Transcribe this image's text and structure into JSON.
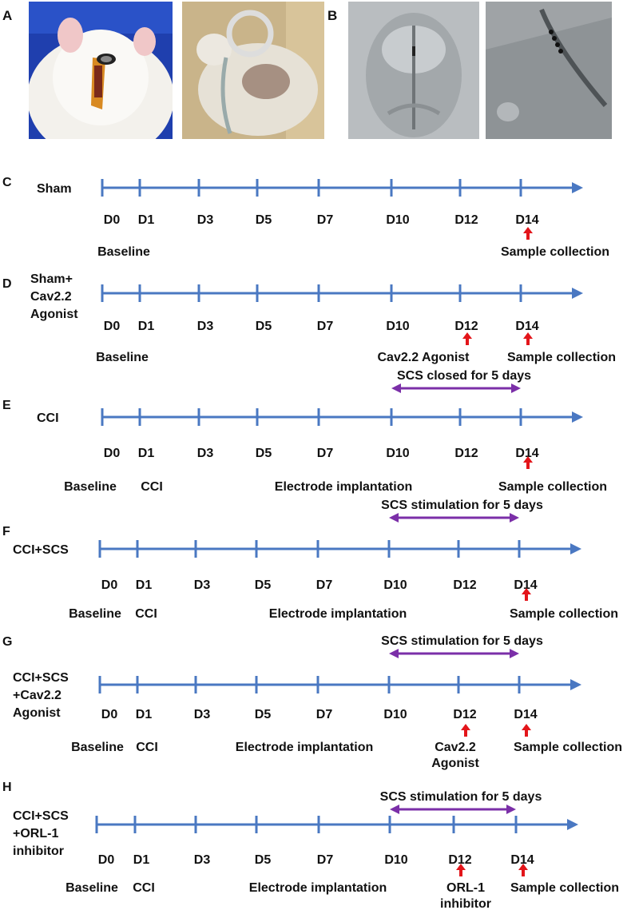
{
  "panels": {
    "A": "A",
    "B": "B"
  },
  "colors": {
    "axis": "#4a78c2",
    "arrow_red": "#e3151a",
    "span_purple": "#7b2fa8"
  },
  "images": {
    "a1": "rat-head-electrode-photo",
    "a2": "rat-in-cage-photo",
    "b1": "xray-dorsal-view",
    "b2": "xray-lateral-view"
  },
  "timelines": [
    {
      "letter": "C",
      "group": [
        "Sham"
      ],
      "days": [
        "D0",
        "D1",
        "D3",
        "D5",
        "D7",
        "D10",
        "D12",
        "D14"
      ],
      "span_label": "",
      "red_arrows": [
        "D14"
      ],
      "bottom_labels": [
        {
          "text": "Baseline",
          "lines": [
            "Baseline"
          ]
        },
        {
          "text": "Sample collection",
          "lines": [
            "Sample collection"
          ]
        }
      ]
    },
    {
      "letter": "D",
      "group": [
        "Sham+",
        "Cav2.2",
        "Agonist"
      ],
      "days": [
        "D0",
        "D1",
        "D3",
        "D5",
        "D7",
        "D10",
        "D12",
        "D14"
      ],
      "span_label": "",
      "red_arrows": [
        "D12",
        "D14"
      ],
      "bottom_labels": [
        {
          "text": "Baseline",
          "lines": [
            "Baseline"
          ]
        },
        {
          "text": "Cav2.2 Agonist",
          "lines": [
            "Cav2.2 Agonist"
          ]
        },
        {
          "text": "Sample collection",
          "lines": [
            "Sample collection"
          ]
        }
      ]
    },
    {
      "letter": "E",
      "group": [
        "CCI"
      ],
      "days": [
        "D0",
        "D1",
        "D3",
        "D5",
        "D7",
        "D10",
        "D12",
        "D14"
      ],
      "span_label": "SCS closed for 5 days",
      "red_arrows": [
        "D14"
      ],
      "bottom_labels": [
        {
          "text": "Baseline",
          "lines": [
            "Baseline"
          ]
        },
        {
          "text": "CCI",
          "lines": [
            "CCI"
          ]
        },
        {
          "text": "Electrode implantation",
          "lines": [
            "Electrode implantation"
          ]
        },
        {
          "text": "Sample collection",
          "lines": [
            "Sample collection"
          ]
        }
      ]
    },
    {
      "letter": "F",
      "group": [
        "CCI+SCS"
      ],
      "days": [
        "D0",
        "D1",
        "D3",
        "D5",
        "D7",
        "D10",
        "D12",
        "D14"
      ],
      "span_label": "SCS stimulation for 5 days",
      "red_arrows": [
        "D14"
      ],
      "bottom_labels": [
        {
          "text": "Baseline",
          "lines": [
            "Baseline"
          ]
        },
        {
          "text": "CCI",
          "lines": [
            "CCI"
          ]
        },
        {
          "text": "Electrode implantation",
          "lines": [
            "Electrode implantation"
          ]
        },
        {
          "text": "Sample collection",
          "lines": [
            "Sample collection"
          ]
        }
      ]
    },
    {
      "letter": "G",
      "group": [
        "CCI+SCS",
        "+Cav2.2",
        "Agonist"
      ],
      "days": [
        "D0",
        "D1",
        "D3",
        "D5",
        "D7",
        "D10",
        "D12",
        "D14"
      ],
      "span_label": "SCS stimulation for 5 days",
      "red_arrows": [
        "D12",
        "D14"
      ],
      "bottom_labels": [
        {
          "text": "Baseline",
          "lines": [
            "Baseline"
          ]
        },
        {
          "text": "CCI",
          "lines": [
            "CCI"
          ]
        },
        {
          "text": "Electrode implantation",
          "lines": [
            "Electrode implantation"
          ]
        },
        {
          "text": "Cav2.2 Agonist",
          "lines": [
            "Cav2.2",
            "Agonist"
          ]
        },
        {
          "text": "Sample collection",
          "lines": [
            "Sample collection"
          ]
        }
      ]
    },
    {
      "letter": "H",
      "group": [
        "CCI+SCS",
        "+ORL-1",
        "inhibitor"
      ],
      "days": [
        "D0",
        "D1",
        "D3",
        "D5",
        "D7",
        "D10",
        "D12",
        "D14"
      ],
      "span_label": "SCS stimulation for 5 days",
      "red_arrows": [
        "D12",
        "D14"
      ],
      "bottom_labels": [
        {
          "text": "Baseline",
          "lines": [
            "Baseline"
          ]
        },
        {
          "text": "CCI",
          "lines": [
            "CCI"
          ]
        },
        {
          "text": "Electrode implantation",
          "lines": [
            "Electrode implantation"
          ]
        },
        {
          "text": "ORL-1 inhibitor",
          "lines": [
            "ORL-1",
            "inhibitor"
          ]
        },
        {
          "text": "Sample collection",
          "lines": [
            "Sample collection"
          ]
        }
      ]
    }
  ]
}
